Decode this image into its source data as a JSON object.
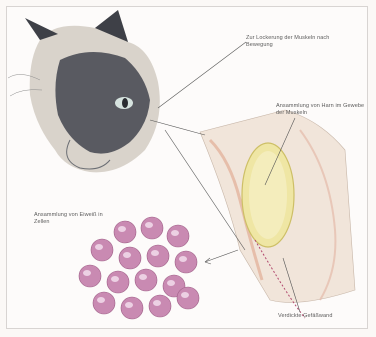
{
  "labels": {
    "top": "Zur Lockerung der Muskeln nach Bewegung",
    "middle": "Ansammlung von Harn im Gewebe der Muskeln",
    "left": "Ansammlung von Eiweiß in Zellen",
    "bottom": "Verdickte Gefäßwand"
  },
  "colors": {
    "cat_dark": "#4a4d55",
    "cat_light": "#d9d3cb",
    "tissue": "#e9c9a8",
    "gland": "#efe6a4",
    "vessel": "#b24a6e",
    "cells": "#c98ab2"
  }
}
